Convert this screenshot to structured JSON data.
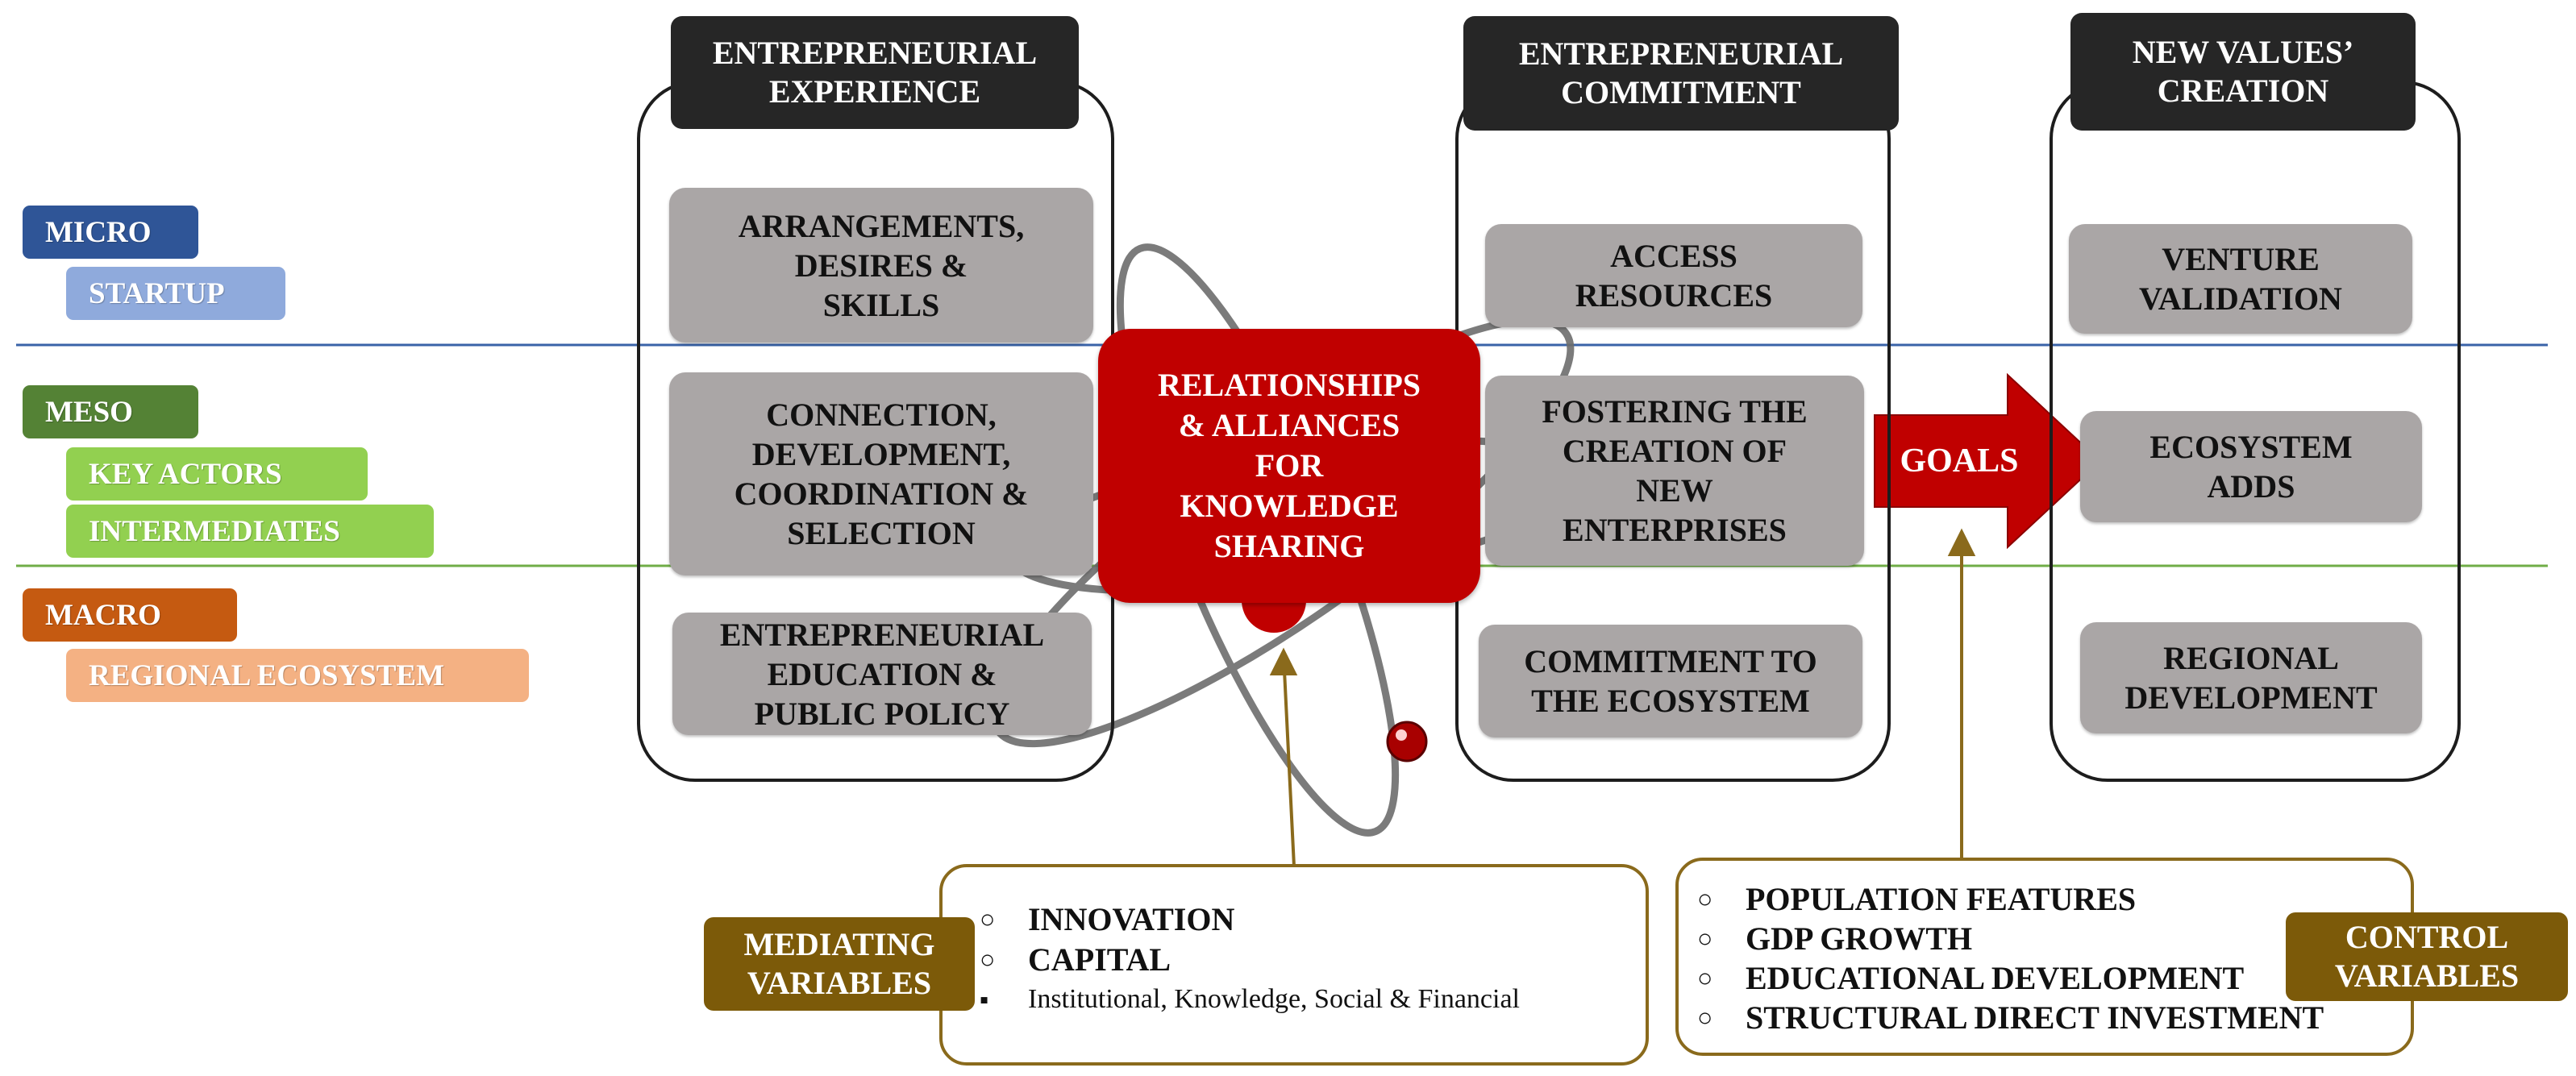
{
  "levels": {
    "micro": "MICRO",
    "startup": "STARTUP",
    "meso": "MESO",
    "key_actors": "KEY ACTORS",
    "intermediates": "INTERMEDIATES",
    "macro": "MACRO",
    "regional_ecosystem": "REGIONAL ECOSYSTEM"
  },
  "columns": {
    "experience": {
      "title": "ENTREPRENEURIAL\nEXPERIENCE",
      "items": [
        "ARRANGEMENTS,\nDESIRES &\nSKILLS",
        "CONNECTION,\nDEVELOPMENT,\nCOORDINATION &\nSELECTION",
        "ENTREPRENEURIAL\nEDUCATION &\nPUBLIC POLICY"
      ]
    },
    "commitment": {
      "title": "ENTREPRENEURIAL\nCOMMITMENT",
      "items": [
        "ACCESS\nRESOURCES",
        "FOSTERING THE\nCREATION OF\nNEW\nENTERPRISES",
        "COMMITMENT TO\nTHE ECOSYSTEM"
      ]
    },
    "values": {
      "title": "NEW VALUES’\nCREATION",
      "items": [
        "VENTURE\nVALIDATION",
        "ECOSYSTEM\nADDS",
        "REGIONAL\nDEVELOPMENT"
      ]
    }
  },
  "center": {
    "label": "RELATIONSHIPS\n& ALLIANCES\nFOR\nKNOWLEDGE\nSHARING"
  },
  "goals": {
    "label": "GOALS"
  },
  "mediating": {
    "label": "MEDIATING\nVARIABLES",
    "items": [
      "INNOVATION",
      "CAPITAL"
    ],
    "sub_item": "Institutional, Knowledge, Social & Financial"
  },
  "control": {
    "label": "CONTROL\nVARIABLES",
    "items": [
      "POPULATION FEATURES",
      "GDP GROWTH",
      "EDUCATIONAL DEVELOPMENT",
      "STRUCTURAL DIRECT INVESTMENT"
    ]
  },
  "colors": {
    "micro": "#2f5597",
    "startup": "#8faadc",
    "meso": "#548235",
    "meso_sub": "#92d050",
    "macro": "#c55a11",
    "macro_sub": "#f4b183",
    "center_red": "#c00000",
    "variables_brown": "#7c5a09",
    "box_gray": "#aaa6a6",
    "header_dark": "#262626"
  },
  "icons": {
    "bullet_hollow": "circle-bullet-icon",
    "bullet_square": "square-bullet-icon",
    "atom": "atom-icon"
  }
}
